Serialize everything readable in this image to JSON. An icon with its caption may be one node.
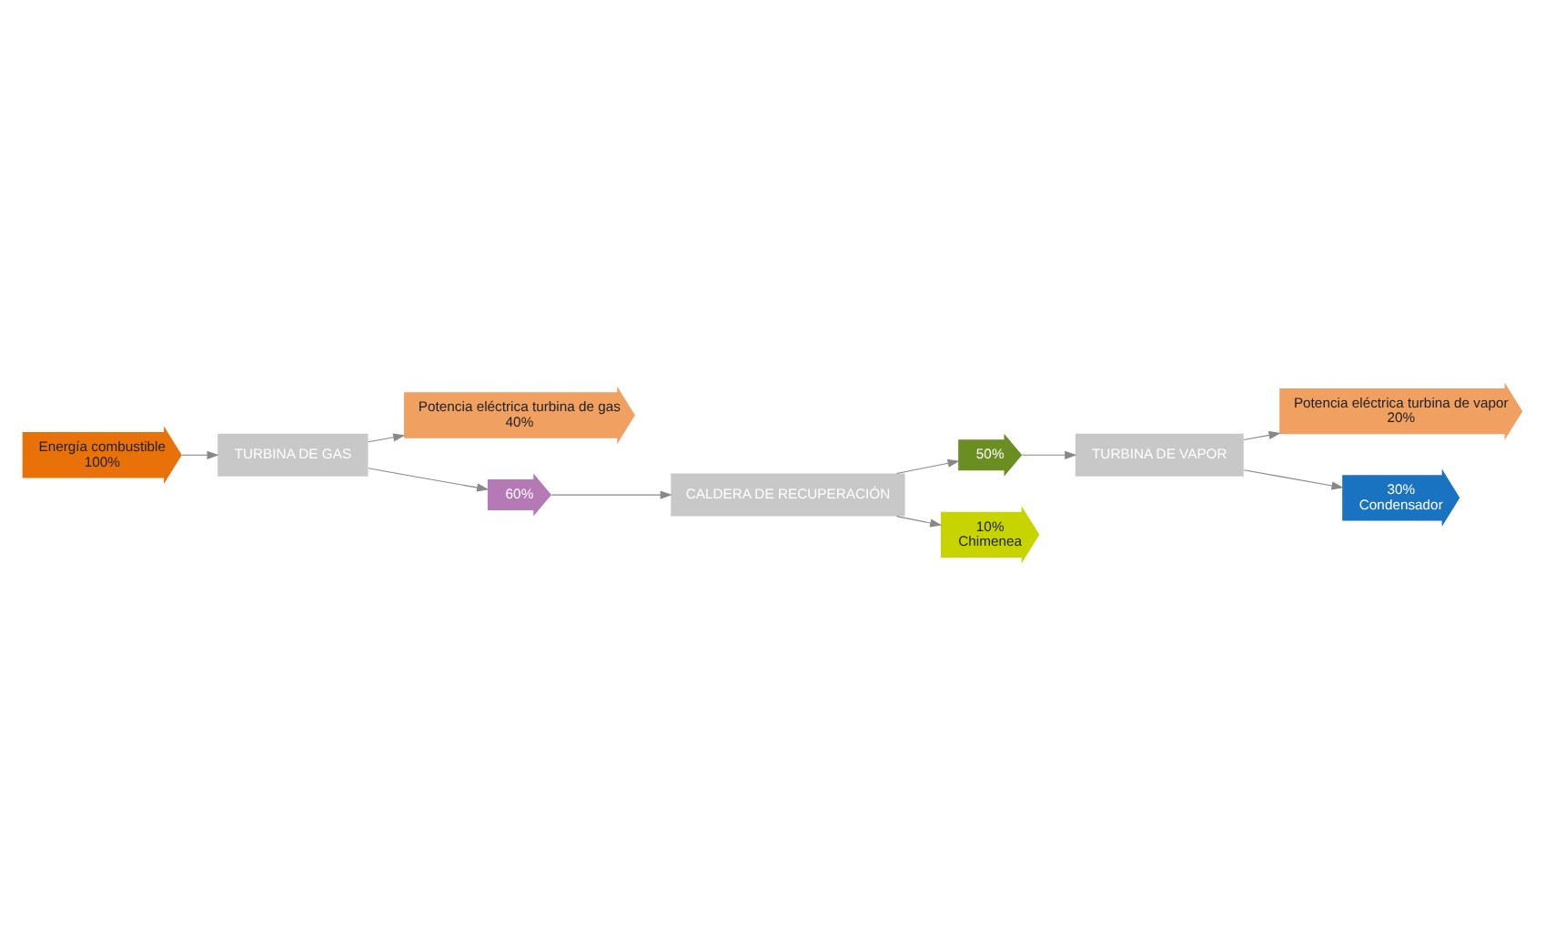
{
  "diagram": {
    "nodes": [
      {
        "text": [
          "Energía combustible",
          "100%"
        ]
      },
      {
        "text": [
          "TURBINA DE GAS"
        ]
      },
      {
        "text": [
          "Potencia eléctrica turbina de gas",
          "40%"
        ]
      },
      {
        "text": [
          "60%"
        ]
      },
      {
        "text": [
          "CALDERA DE RECUPERACIÓN"
        ]
      },
      {
        "text": [
          "50%"
        ]
      },
      {
        "text": [
          "10%",
          "Chimenea"
        ]
      },
      {
        "text": [
          "TURBINA DE VAPOR"
        ]
      },
      {
        "text": [
          "Potencia eléctrica turbina de vapor",
          "20%"
        ]
      },
      {
        "text": [
          "30%",
          "Condensador"
        ]
      }
    ],
    "edges": [
      {
        "from": 0,
        "to": 1,
        "arrow": "to"
      },
      {
        "from": 1,
        "to": 2,
        "arrow": "to"
      },
      {
        "from": 1,
        "to": 3,
        "arrow": "to"
      },
      {
        "from": 3,
        "to": 4,
        "arrow": "to"
      },
      {
        "from": 4,
        "to": 5,
        "arrow": "to"
      },
      {
        "from": 4,
        "to": 6,
        "arrow": "to"
      },
      {
        "from": 5,
        "to": 7,
        "arrow": "to"
      },
      {
        "from": 7,
        "to": 8,
        "arrow": "to"
      },
      {
        "from": 7,
        "to": 9,
        "arrow": "to"
      }
    ]
  }
}
